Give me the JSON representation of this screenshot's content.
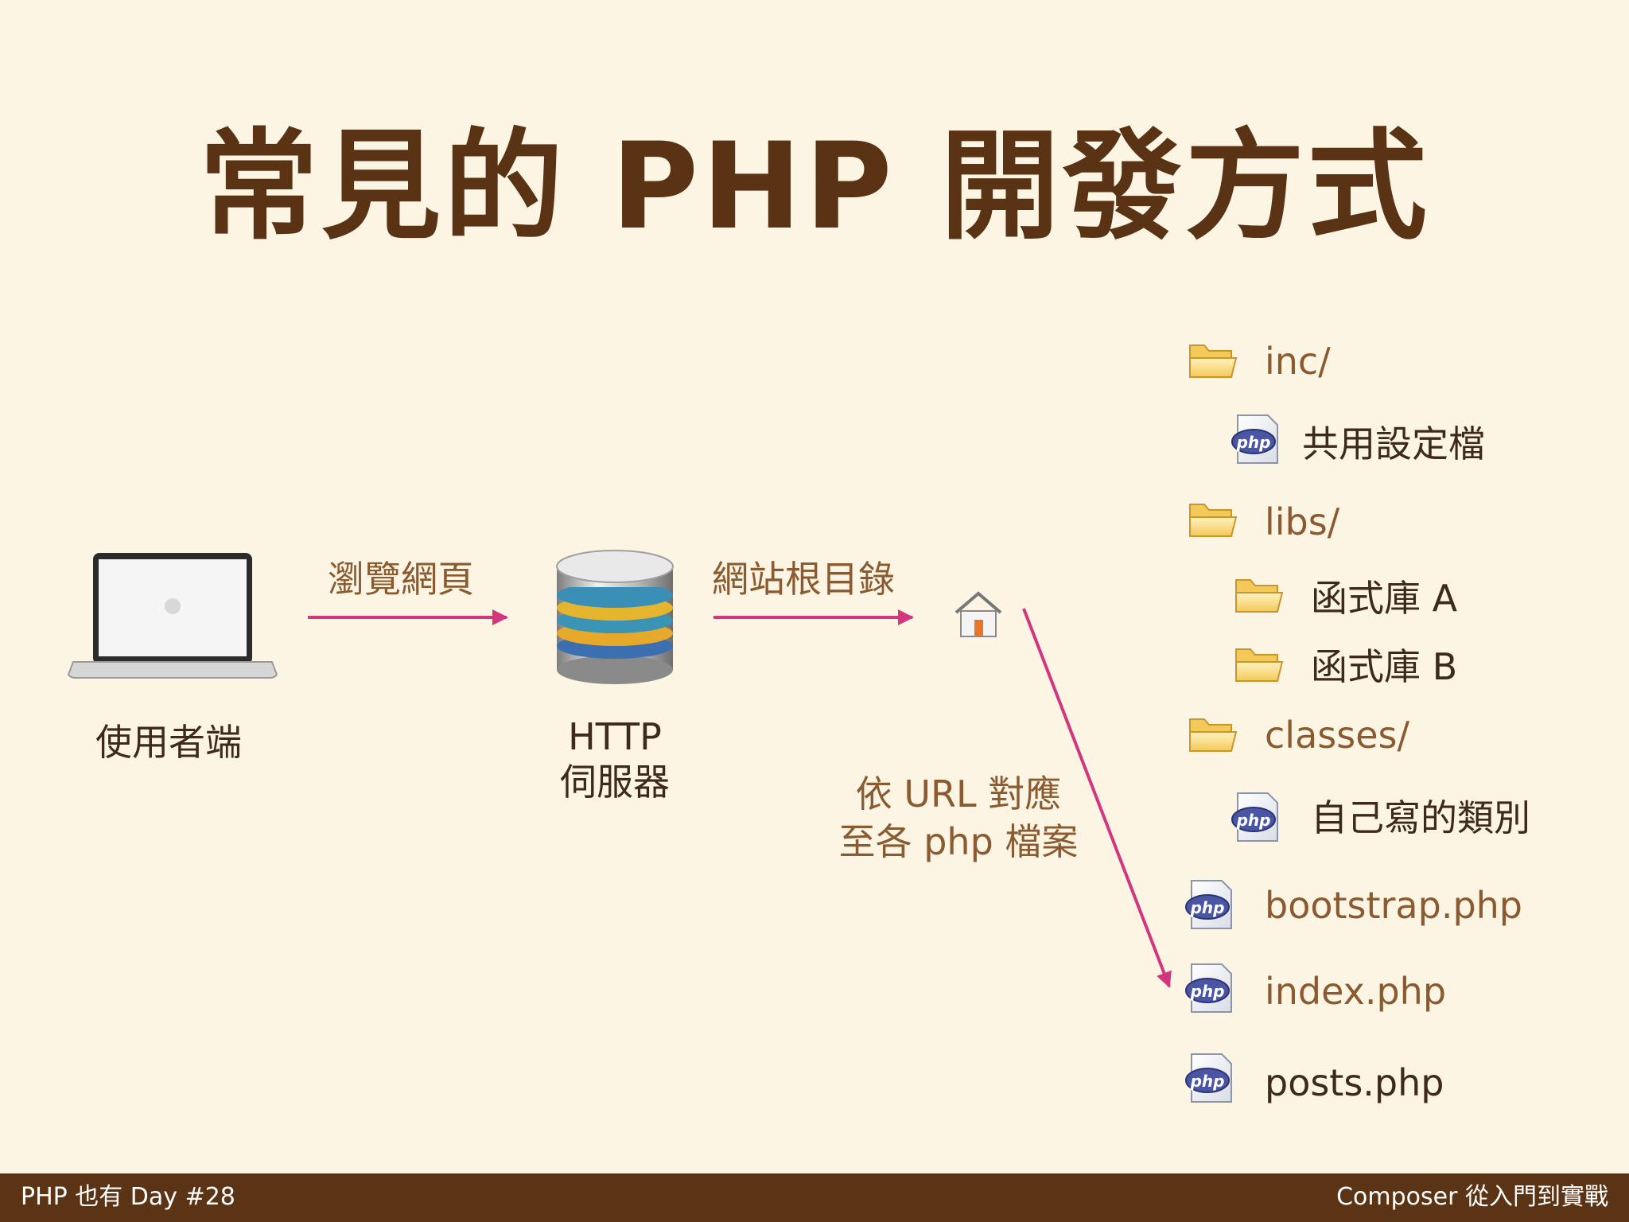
{
  "title": "常見的 PHP 開發方式",
  "flow": {
    "client_label": "使用者端",
    "server_label_line1": "HTTP",
    "server_label_line2": "伺服器",
    "arrow1_label": "瀏覽網頁",
    "arrow2_label": "網站根目錄",
    "mapping_line1": "依 URL 對應",
    "mapping_line2": "至各 php 檔案"
  },
  "tree": [
    {
      "kind": "folder",
      "label": "inc/"
    },
    {
      "kind": "php",
      "label": "共用設定檔"
    },
    {
      "kind": "folder",
      "label": "libs/"
    },
    {
      "kind": "folder",
      "label": "函式庫 A"
    },
    {
      "kind": "folder",
      "label": "函式庫 B"
    },
    {
      "kind": "folder",
      "label": "classes/"
    },
    {
      "kind": "php",
      "label": "自己寫的類別"
    },
    {
      "kind": "php",
      "label": "bootstrap.php"
    },
    {
      "kind": "php",
      "label": "index.php"
    },
    {
      "kind": "php",
      "label": "posts.php"
    }
  ],
  "icons": {
    "laptop": "laptop-icon",
    "server": "database-server-icon",
    "home": "home-icon",
    "folder": "folder-icon",
    "php": "php-file-icon",
    "php_badge_text": "php"
  },
  "footer": {
    "left": "PHP 也有 Day #28",
    "right": "Composer 從入門到實戰"
  },
  "colors": {
    "background": "#fdf5e4",
    "title": "#5a3314",
    "arrow": "#d4357f",
    "footer": "#5b3416"
  }
}
